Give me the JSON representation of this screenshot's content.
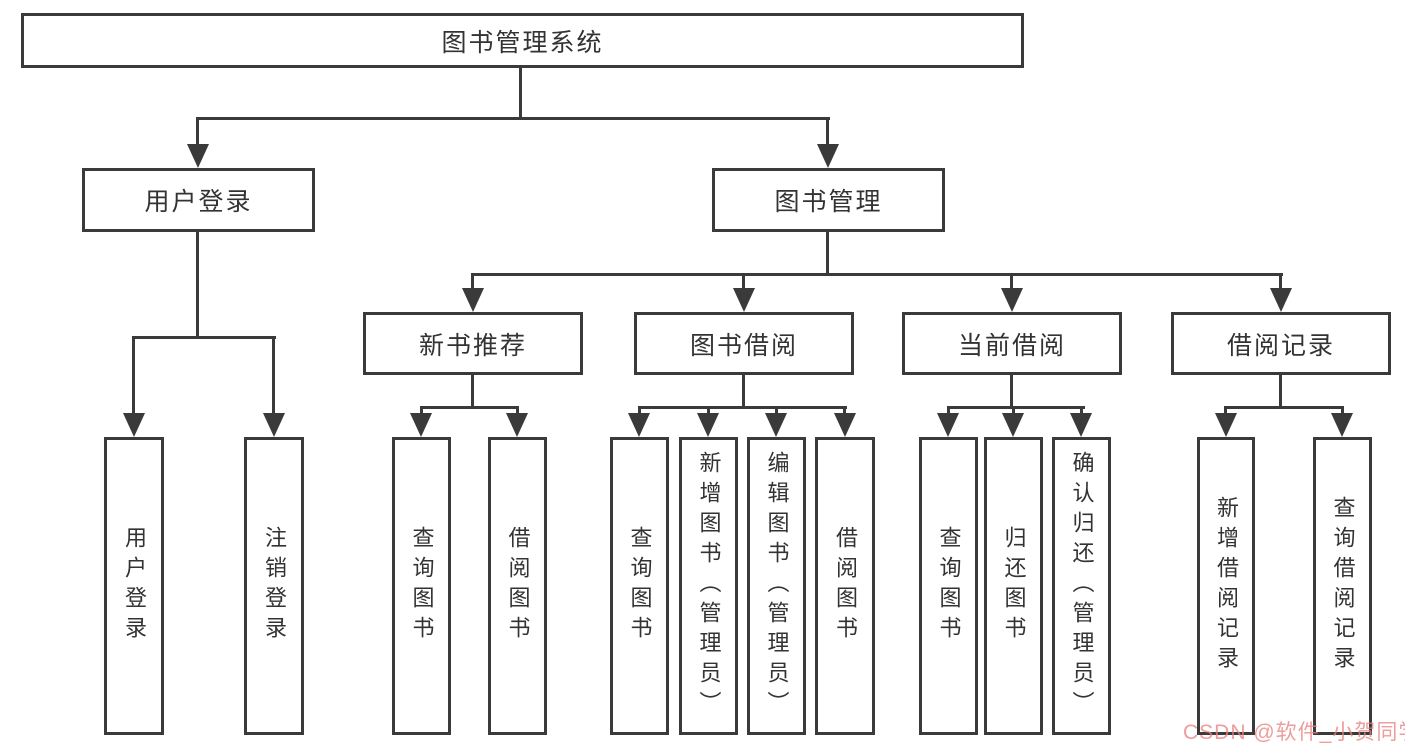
{
  "diagram": {
    "root": {
      "label": "图书管理系统"
    },
    "level2": [
      {
        "label": "用户登录",
        "children": [
          {
            "label": "用户登录"
          },
          {
            "label": "注销登录"
          }
        ]
      },
      {
        "label": "图书管理",
        "children": [
          {
            "label": "新书推荐",
            "children": [
              {
                "label": "查询图书"
              },
              {
                "label": "借阅图书"
              }
            ]
          },
          {
            "label": "图书借阅",
            "children": [
              {
                "label": "查询图书"
              },
              {
                "label": "新增图书（管理员）"
              },
              {
                "label": "编辑图书（管理员）"
              },
              {
                "label": "借阅图书"
              }
            ]
          },
          {
            "label": "当前借阅",
            "children": [
              {
                "label": "查询图书"
              },
              {
                "label": "归还图书"
              },
              {
                "label": "确认归还（管理员）"
              }
            ]
          },
          {
            "label": "借阅记录",
            "children": [
              {
                "label": "新增借阅记录"
              },
              {
                "label": "查询借阅记录"
              }
            ]
          }
        ]
      }
    ]
  },
  "icons": {
    "connector_arrow": "filled-down-triangle"
  },
  "colors": {
    "line": "#3a3a3a",
    "box_border": "#3a3a3a",
    "text": "#333333",
    "background": "#ffffff",
    "watermark": "#e78180"
  },
  "watermark": {
    "text": "CSDN @软件_小贺同学"
  }
}
